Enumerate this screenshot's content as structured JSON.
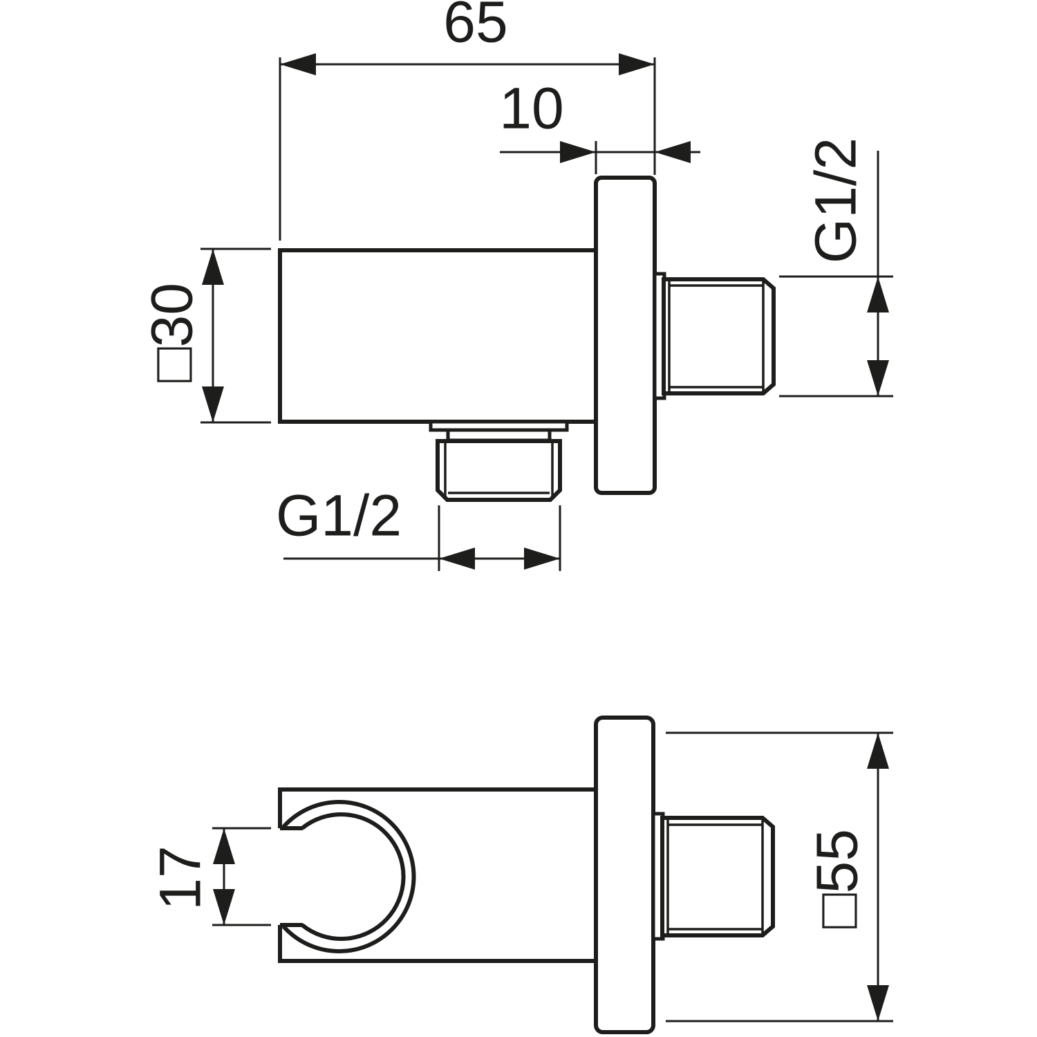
{
  "diagram": {
    "background": "#ffffff",
    "line_color": "#1d1d1b",
    "side_view": {
      "overall_depth": "65",
      "plate_thickness": "10",
      "body_square": "□30",
      "wall_thread": "G1/2",
      "outlet_thread": "G1/2"
    },
    "bottom_view": {
      "holder_opening": "17",
      "plate_square": "□55"
    }
  }
}
